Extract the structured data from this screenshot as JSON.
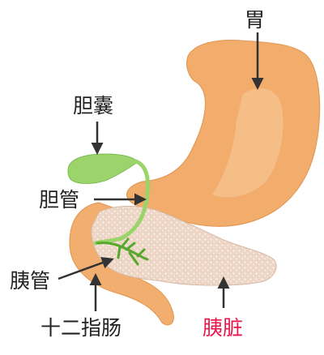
{
  "labels": {
    "stomach": "胃",
    "gallbladder": "胆囊",
    "bile_duct": "胆管",
    "pancreatic_duct": "胰管",
    "duodenum": "十二指肠",
    "pancreas": "胰脏"
  },
  "colors": {
    "stomach": "#f2ac6c",
    "stomach_highlight": "#f6c38f",
    "duodenum": "#f1ae6e",
    "pancreas": "#eed6c6",
    "pancreas_texture": "#ffffff",
    "gallbladder": "#9ad46a",
    "bile_duct": "#9ad46a",
    "pancreatic_duct": "#55a82a",
    "arrow": "#333333",
    "label_text": "#222222",
    "highlight_label": "#e8174a"
  }
}
